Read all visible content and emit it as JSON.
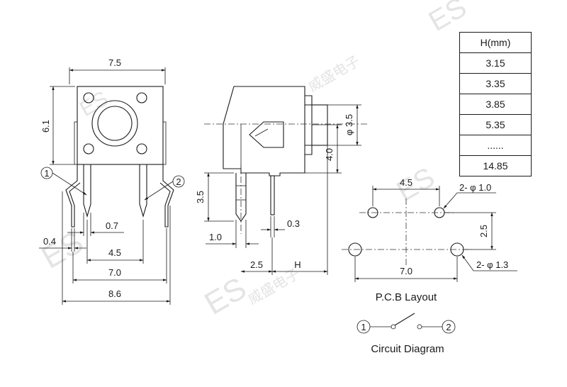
{
  "side_view": {
    "width_label": "7.5",
    "height_label": "6.1",
    "pin1_label": "1",
    "pin2_label": "2",
    "lead_thickness_label": "0.4",
    "lead_width_label": "0.7",
    "pin_pitch_label": "4.5",
    "lead_span_label": "7.0",
    "overall_width_label": "8.6"
  },
  "profile_view": {
    "button_dia_label": "φ 3.5",
    "button_height_label": "4.0",
    "lead_length_label": "3.5",
    "lead_offset_label": "1.0",
    "lead_gap_label": "0.3",
    "depth_label": "2.5",
    "height_var_label": "H"
  },
  "h_table": {
    "header": "H(mm)",
    "rows": [
      "3.15",
      "3.35",
      "3.85",
      "5.35",
      "......",
      "14.85"
    ]
  },
  "pcb": {
    "top_pitch_label": "4.5",
    "small_hole_label": "2- φ 1.0",
    "row_spacing_label": "2.5",
    "bottom_pitch_label": "7.0",
    "large_hole_label": "2- φ 1.3",
    "caption": "P.C.B Layout"
  },
  "circuit": {
    "pin1": "1",
    "pin2": "2",
    "caption": "Circuit Diagram"
  },
  "watermark": {
    "mark": "ES",
    "chars": "威盛电子"
  }
}
